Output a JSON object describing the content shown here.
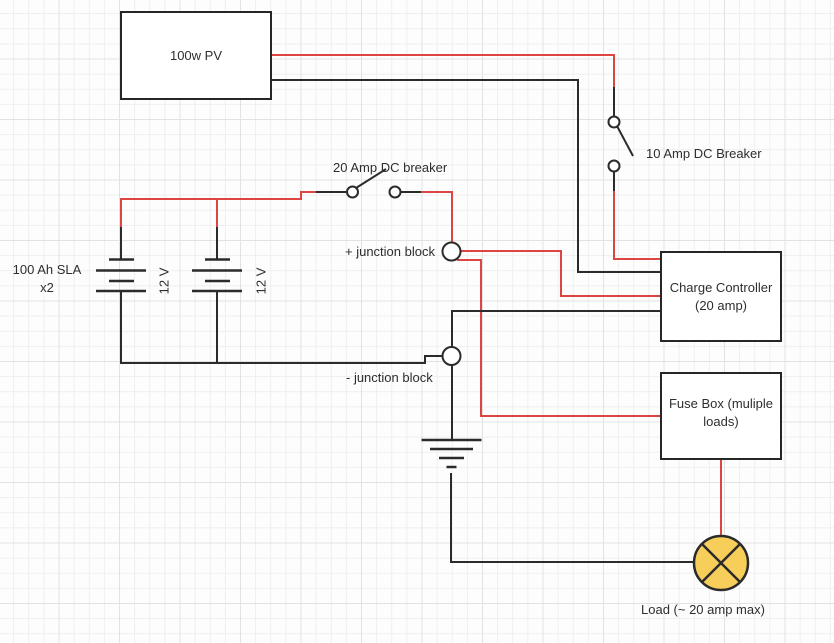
{
  "colors": {
    "wire-red": "#dc4540",
    "wire-black": "#2b2b2b",
    "box-stroke": "#262626",
    "box-fill": "#ffffff",
    "lamp-fill": "#f8ce5b",
    "grid-minor": "#efefef",
    "grid-major": "#e2e2e2",
    "canvas-bg": "#fdfdfd",
    "label-color": "#2e2e2e"
  },
  "components": {
    "pv_panel": {
      "label": "100w PV"
    },
    "breaker_10a": {
      "label": "10 Amp DC Breaker"
    },
    "breaker_20a": {
      "label": "20 Amp DC breaker"
    },
    "junction_pos": {
      "label": "+ junction block"
    },
    "junction_neg": {
      "label": "- junction block"
    },
    "battery_bank": {
      "label_line1": "100 Ah SLA",
      "label_line2": "x2",
      "battery1_voltage": "12 V",
      "battery2_voltage": "12 V"
    },
    "charge_controller": {
      "label_line1": "Charge Controller",
      "label_line2": "(20 amp)"
    },
    "fuse_box": {
      "label_line1": "Fuse Box (muliple",
      "label_line2": "loads)"
    },
    "load": {
      "label": "Load (~ 20 amp max)"
    }
  }
}
